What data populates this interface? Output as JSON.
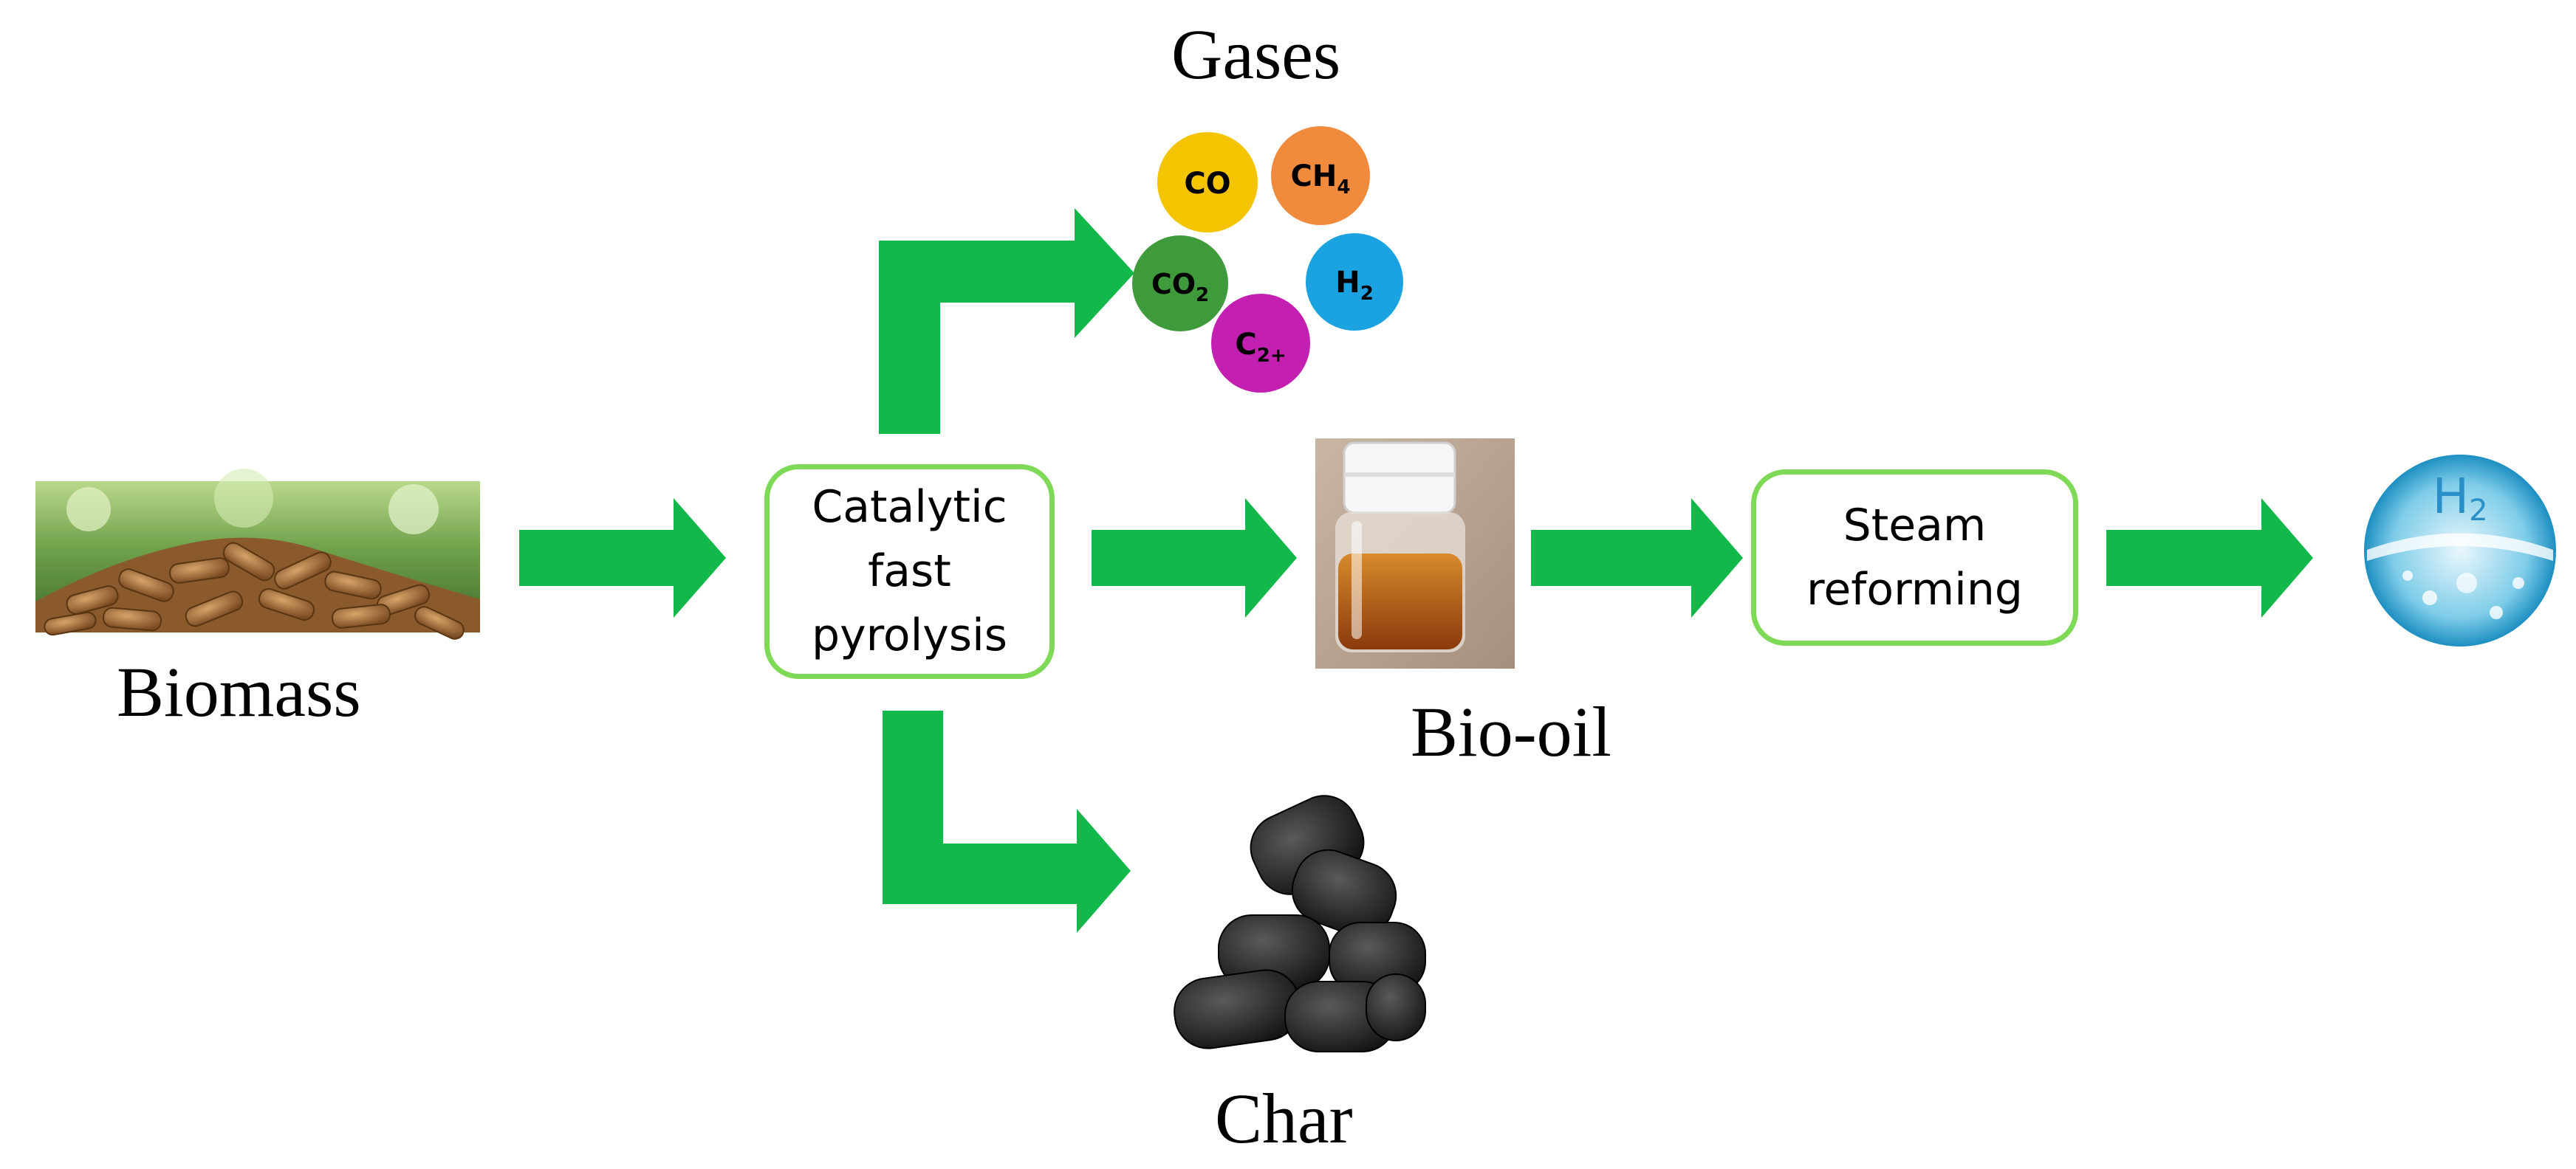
{
  "labels": {
    "gases": "Gases",
    "biomass": "Biomass",
    "bio_oil": "Bio-oil",
    "char": "Char"
  },
  "process_boxes": {
    "pyrolysis": [
      "Catalytic",
      "fast",
      "pyrolysis"
    ],
    "reforming": [
      "Steam",
      "reforming"
    ]
  },
  "gas_bubbles": [
    {
      "main": "CO",
      "sub": "",
      "color": "#f5c400"
    },
    {
      "main": "CH",
      "sub": "4",
      "color": "#f08a3c"
    },
    {
      "main": "CO",
      "sub": "2",
      "color": "#3f9a3b"
    },
    {
      "main": "H",
      "sub": "2",
      "color": "#1aa3e0"
    },
    {
      "main": "C",
      "sub": "2+",
      "color": "#c31fb0"
    }
  ],
  "hydrogen_sphere": {
    "main": "H",
    "sub": "2"
  },
  "colors": {
    "arrow": "#13b84a",
    "box_border": "#7ed957"
  }
}
